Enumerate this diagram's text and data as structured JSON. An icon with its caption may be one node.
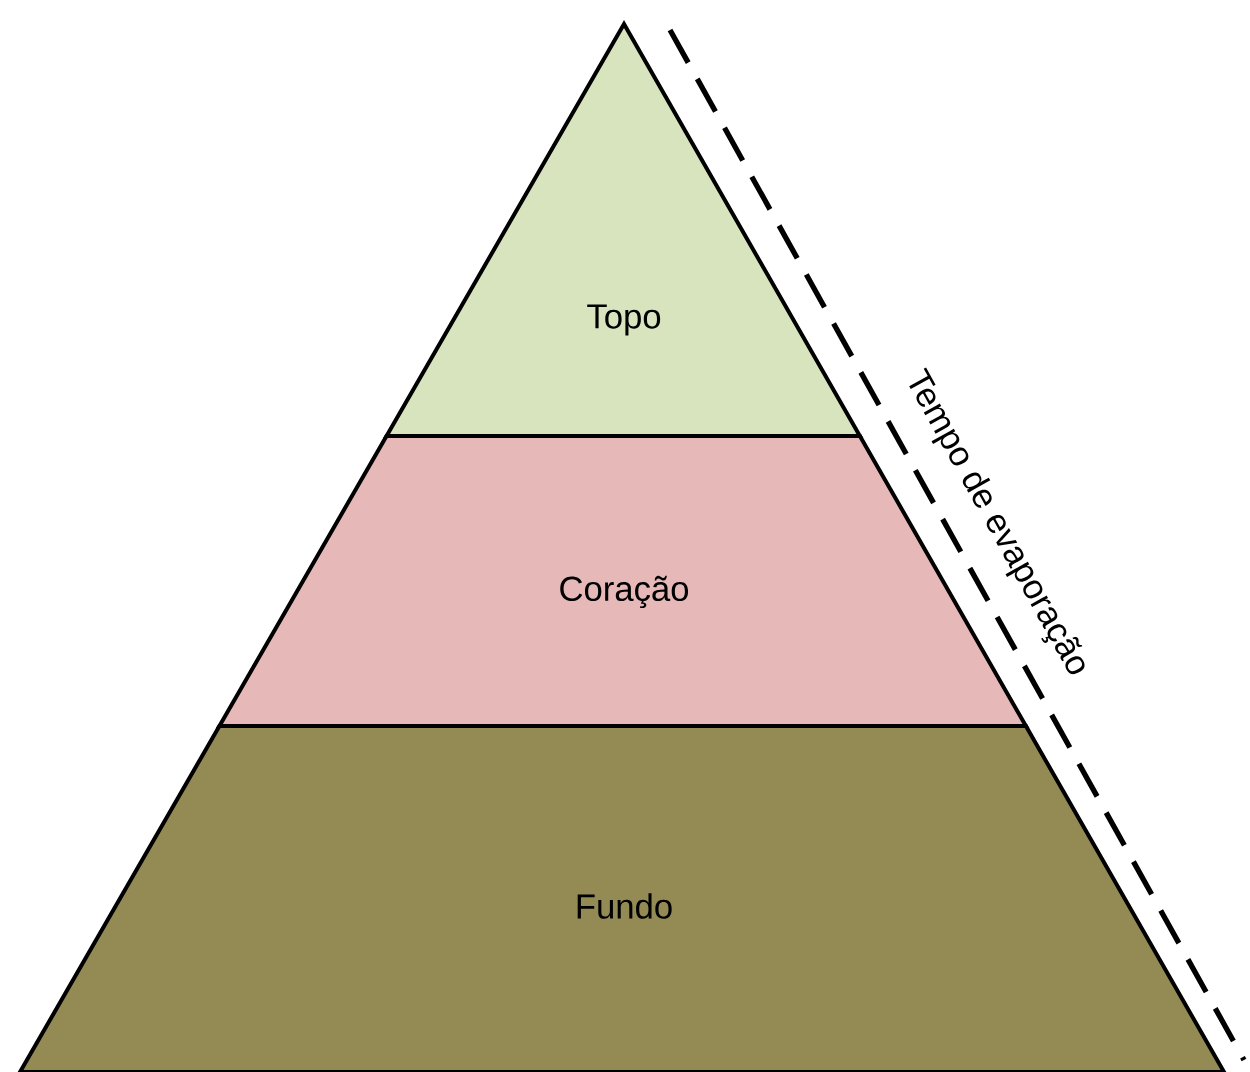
{
  "diagram": {
    "nodes": [
      {
        "text": [
          "Topo"
        ]
      },
      {
        "text": [
          "Coração"
        ]
      },
      {
        "text": [
          "Fundo"
        ]
      }
    ],
    "labels": [
      "Tempo de evaporação"
    ]
  }
}
